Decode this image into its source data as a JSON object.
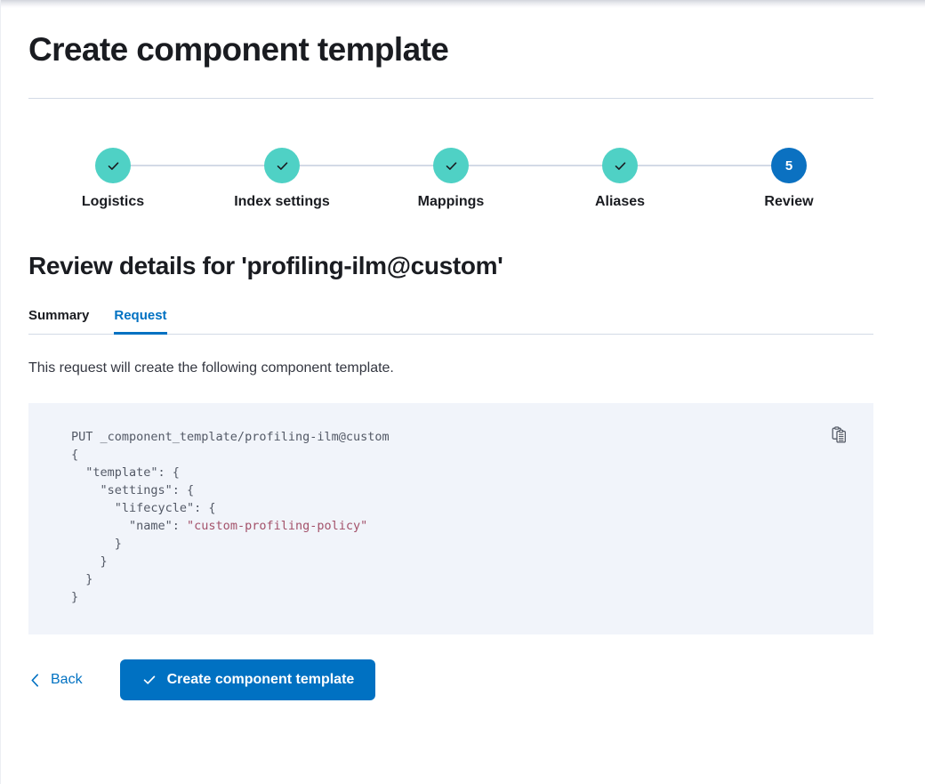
{
  "page": {
    "title": "Create component template"
  },
  "stepper": {
    "steps": [
      {
        "label": "Logistics",
        "state": "complete",
        "marker": "check"
      },
      {
        "label": "Index settings",
        "state": "complete",
        "marker": "check"
      },
      {
        "label": "Mappings",
        "state": "complete",
        "marker": "check"
      },
      {
        "label": "Aliases",
        "state": "complete",
        "marker": "check"
      },
      {
        "label": "Review",
        "state": "current",
        "marker": "5"
      }
    ]
  },
  "review": {
    "heading": "Review details for 'profiling-ilm@custom'",
    "tabs": [
      {
        "label": "Summary",
        "active": false
      },
      {
        "label": "Request",
        "active": true
      }
    ],
    "description": "This request will create the following component template.",
    "code": {
      "method_line": "PUT _component_template/profiling-ilm@custom",
      "lines": [
        "{",
        "  \"template\": {",
        "    \"settings\": {",
        "      \"lifecycle\": {",
        "        \"name\": \"custom-profiling-policy\"",
        "      }",
        "    }",
        "  }",
        "}"
      ],
      "string_value": "\"custom-profiling-policy\"",
      "copy_icon": "clipboard-copy-icon"
    }
  },
  "footer": {
    "back_label": "Back",
    "back_icon": "chevron-left-icon",
    "submit_label": "Create component template",
    "submit_icon": "check-icon"
  },
  "colors": {
    "accent_blue": "#0071c2",
    "step_complete": "#4fd1c5",
    "step_current": "#0b71c1",
    "code_bg": "#f1f4fa",
    "code_string": "#a3516a"
  }
}
